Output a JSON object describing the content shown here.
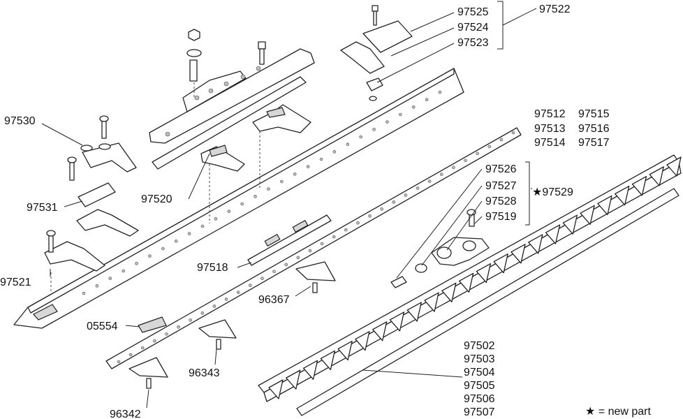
{
  "labels": {
    "p97525": "97525",
    "p97524": "97524",
    "p97523": "97523",
    "p97522": "97522",
    "p97530": "97530",
    "p97520": "97520",
    "p97531": "97531",
    "p97521": "97521",
    "p97518": "97518",
    "p96367": "96367",
    "p05554": "05554",
    "p96343": "96343",
    "p96342": "96342",
    "p97512": "97512",
    "p97513": "97513",
    "p97514": "97514",
    "p97515": "97515",
    "p97516": "97516",
    "p97517": "97517",
    "p97526": "97526",
    "p97527": "97527",
    "p97528": "97528",
    "p97519": "97519",
    "p97529": "★97529",
    "p97502": "97502",
    "p97503": "97503",
    "p97504": "97504",
    "p97505": "97505",
    "p97506": "97506",
    "p97507": "97507"
  },
  "legend": {
    "star_note": "★ = new part"
  }
}
